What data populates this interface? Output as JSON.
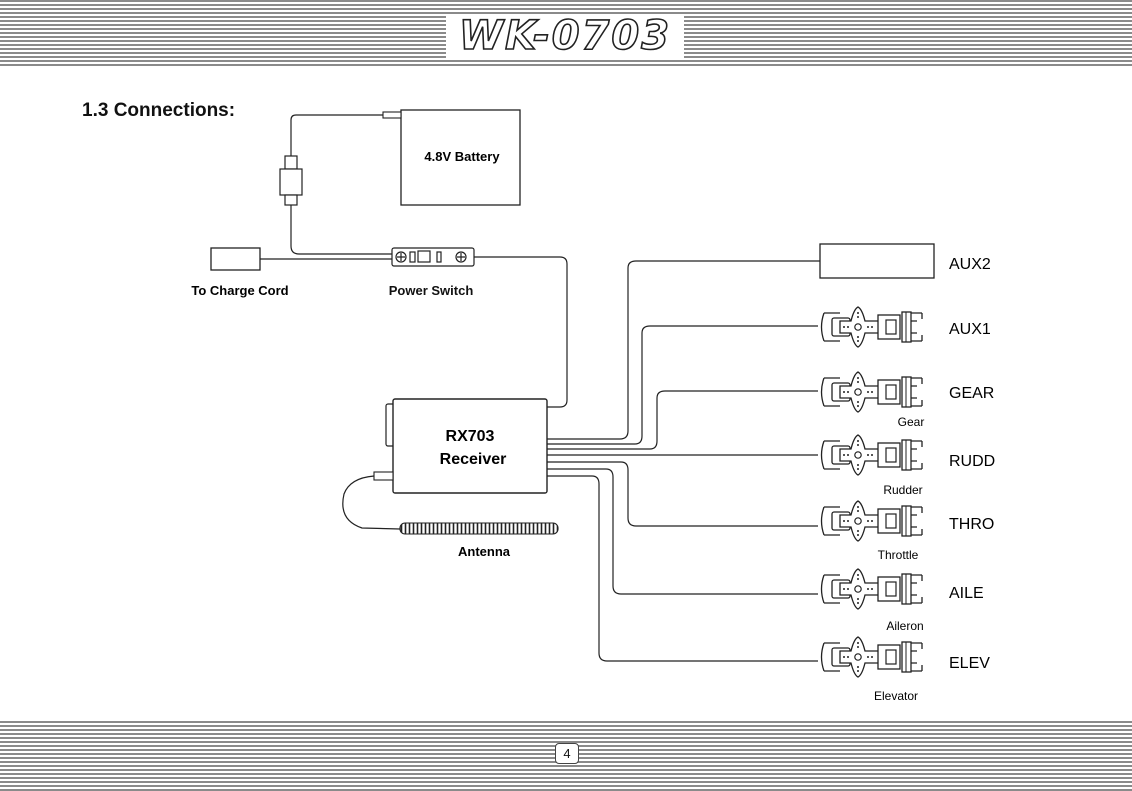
{
  "header": {
    "logo": "WK-0703"
  },
  "section": {
    "title": "1.3 Connections:"
  },
  "components": {
    "battery": "4.8V Battery",
    "charge_cord": "To Charge Cord",
    "power_switch": "Power Switch",
    "receiver_line1": "RX703",
    "receiver_line2": "Receiver",
    "antenna": "Antenna"
  },
  "channels": [
    {
      "name": "AUX2",
      "label": ""
    },
    {
      "name": "AUX1",
      "label": ""
    },
    {
      "name": "GEAR",
      "label": "Gear"
    },
    {
      "name": "RUDD",
      "label": "Rudder"
    },
    {
      "name": "THRO",
      "label": "Throttle"
    },
    {
      "name": "AILE",
      "label": "Aileron"
    },
    {
      "name": "ELEV",
      "label": "Elevator"
    }
  ],
  "footer": {
    "page_number": "4"
  }
}
